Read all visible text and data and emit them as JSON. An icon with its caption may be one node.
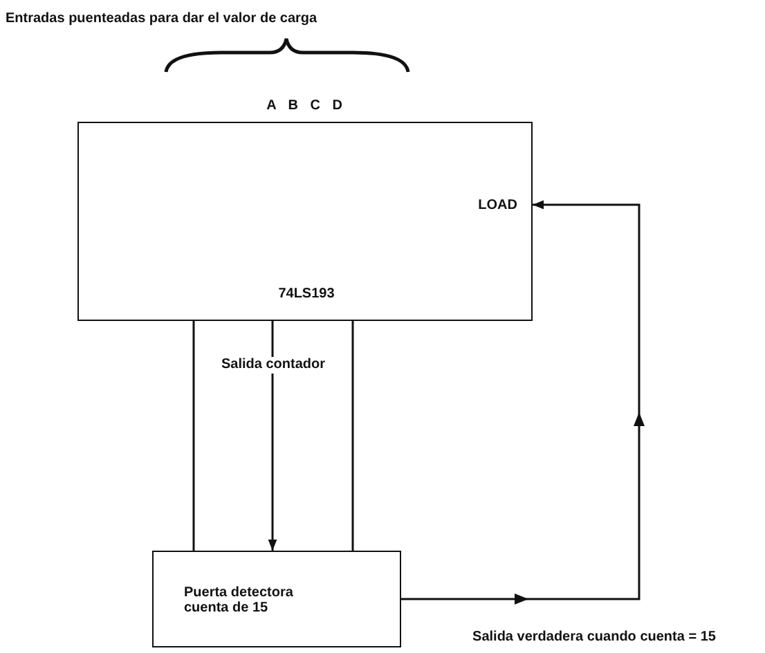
{
  "diagram": {
    "nodes": [
      {
        "text": [
          "A B C D",
          "LOAD",
          "74LS193"
        ]
      },
      {
        "text": [
          "Puerta detectora cuenta de 15"
        ]
      }
    ],
    "edges": [
      {
        "from": 0,
        "to": 1,
        "arrow": "to",
        "label": "Salida contador"
      },
      {
        "from": 1,
        "to": 0,
        "arrow": "to",
        "label": "Salida verdadera cuando cuenta = 15"
      },
      {
        "from": 0,
        "to": 1,
        "arrow": "none"
      },
      {
        "from": 0,
        "to": 1,
        "arrow": "none"
      }
    ],
    "labels": [
      "Entradas puenteadas para dar el valor de carga"
    ]
  }
}
